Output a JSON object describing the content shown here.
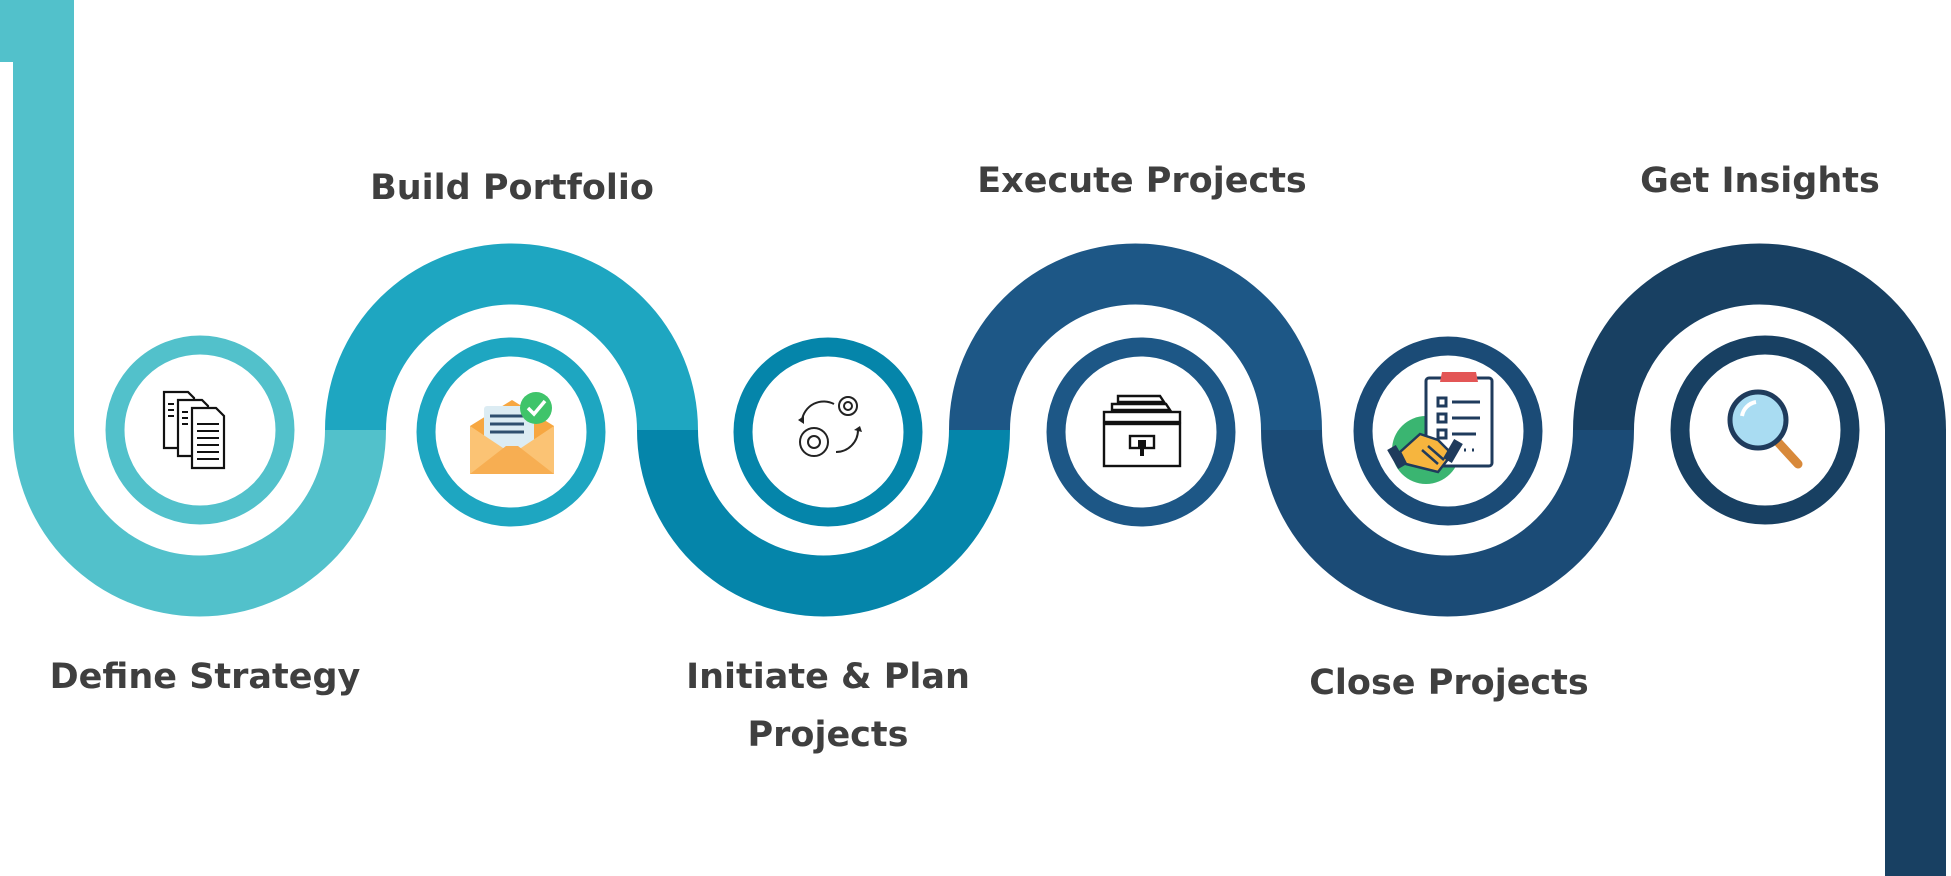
{
  "steps": [
    {
      "label": "Define Strategy",
      "icon": "documents-icon",
      "color": "#52c1cb"
    },
    {
      "label": "Build Portfolio",
      "icon": "mail-check-icon",
      "color": "#1ea6c1"
    },
    {
      "label": "Initiate & Plan Projects",
      "icon": "gears-cycle-icon",
      "color": "#0585aa"
    },
    {
      "label": "Execute Projects",
      "icon": "file-cabinet-icon",
      "color": "#1d5786"
    },
    {
      "label": "Close Projects",
      "icon": "handshake-checklist-icon",
      "color": "#1b4b76"
    },
    {
      "label": "Get Insights",
      "icon": "magnifier-icon",
      "color": "#184062"
    }
  ]
}
